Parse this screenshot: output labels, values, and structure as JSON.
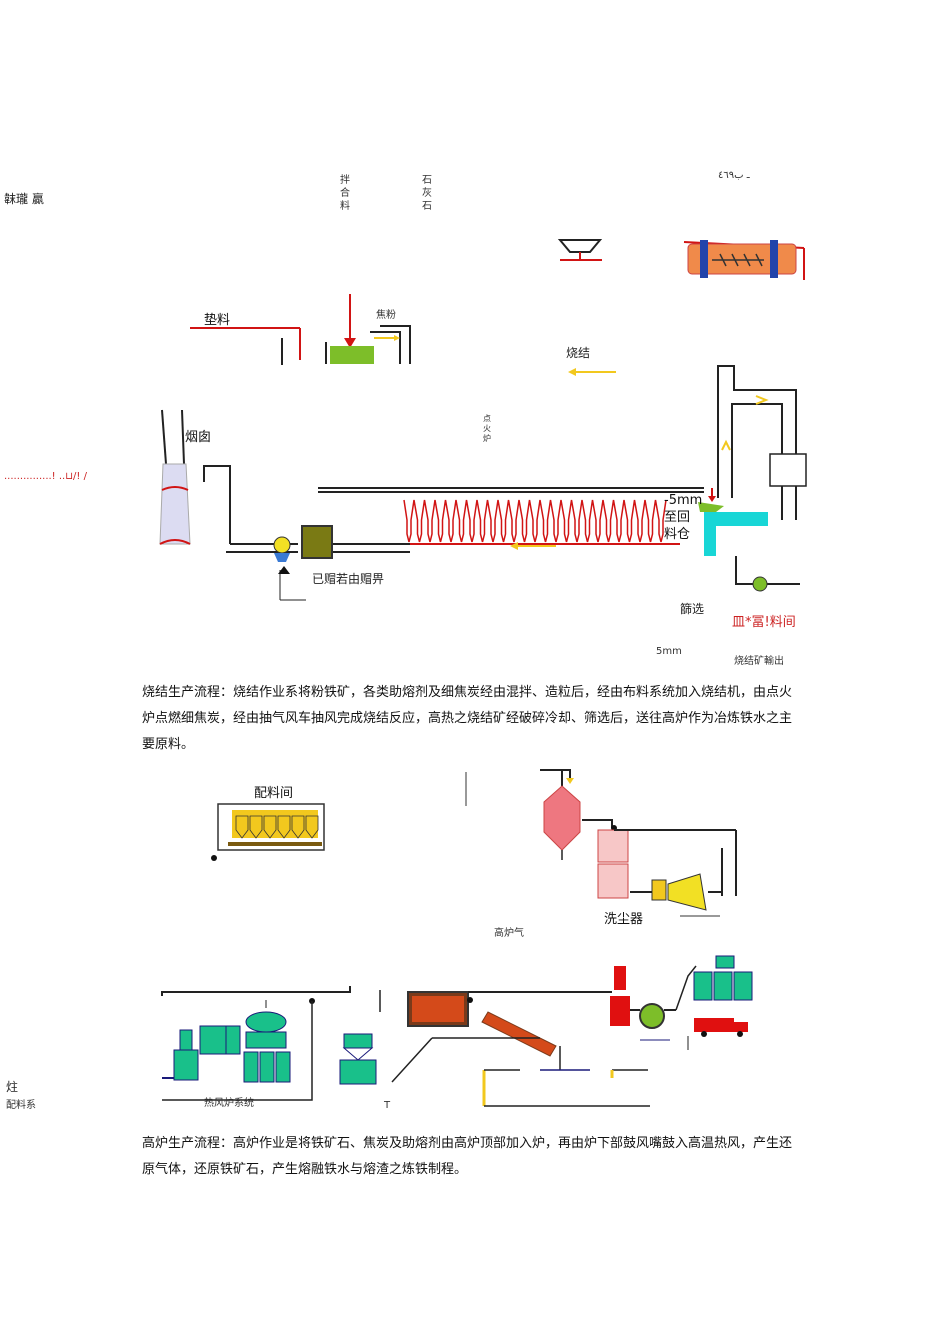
{
  "sinter_diagram": {
    "top_left_label": "韎瓏 贏",
    "mixing_label": "拌合料",
    "limestone_label": "石灰石",
    "top_right_label": "ـ ب٤٦٩",
    "bedding_label": "垫料",
    "coke_label": "焦粉",
    "sinter_label": "烧结",
    "ignite_label": "点火炉",
    "chimney_label": "烟囱",
    "left_side_label": "...............! ..⊔/! /",
    "fan_label": "已赗若由赗畀",
    "minus5mm_label": "-5mm",
    "return_label": "至回",
    "bin_label": "料仓",
    "screen_label": "篩选",
    "pile_label": "皿*冨!料间",
    "five_mm_label": "5mm",
    "bottom_right_label": "烧结矿輸出"
  },
  "paragraph1": "烧结生产流程：烧结作业系将粉铁矿，各类助熔剂及细焦炭经由混拌、造粒后，经由布料系统加入烧结机，由点火炉点燃细焦炭，经由抽气风车抽风完成烧结反应，高热之烧结矿经破碎冷却、筛选后，送往高炉作为冶炼铁水之主要原料。",
  "bf_diagram": {
    "storage_label": "配料间",
    "dust_label": "洗尘器",
    "gas_label": "高炉气",
    "left_label_1": "炷",
    "left_label_2": "配料系",
    "bottom_label": "热风炉系统",
    "t_label": "T"
  },
  "paragraph2": "高炉生产流程：高炉作业是将铁矿石、焦炭及助熔剂由高炉顶部加入炉，再由炉下部鼓风嘴鼓入高温热风，产生还原气体，还原铁矿石，产生熔融铁水与熔渣之炼铁制程。",
  "colors": {
    "red_line": "#d11414",
    "green": "#7dbe29",
    "cyan": "#18d6d6",
    "yellow": "#f2c81e",
    "pink": "#ee7780",
    "teal": "#19c08a",
    "navy": "#1a1a7a"
  }
}
